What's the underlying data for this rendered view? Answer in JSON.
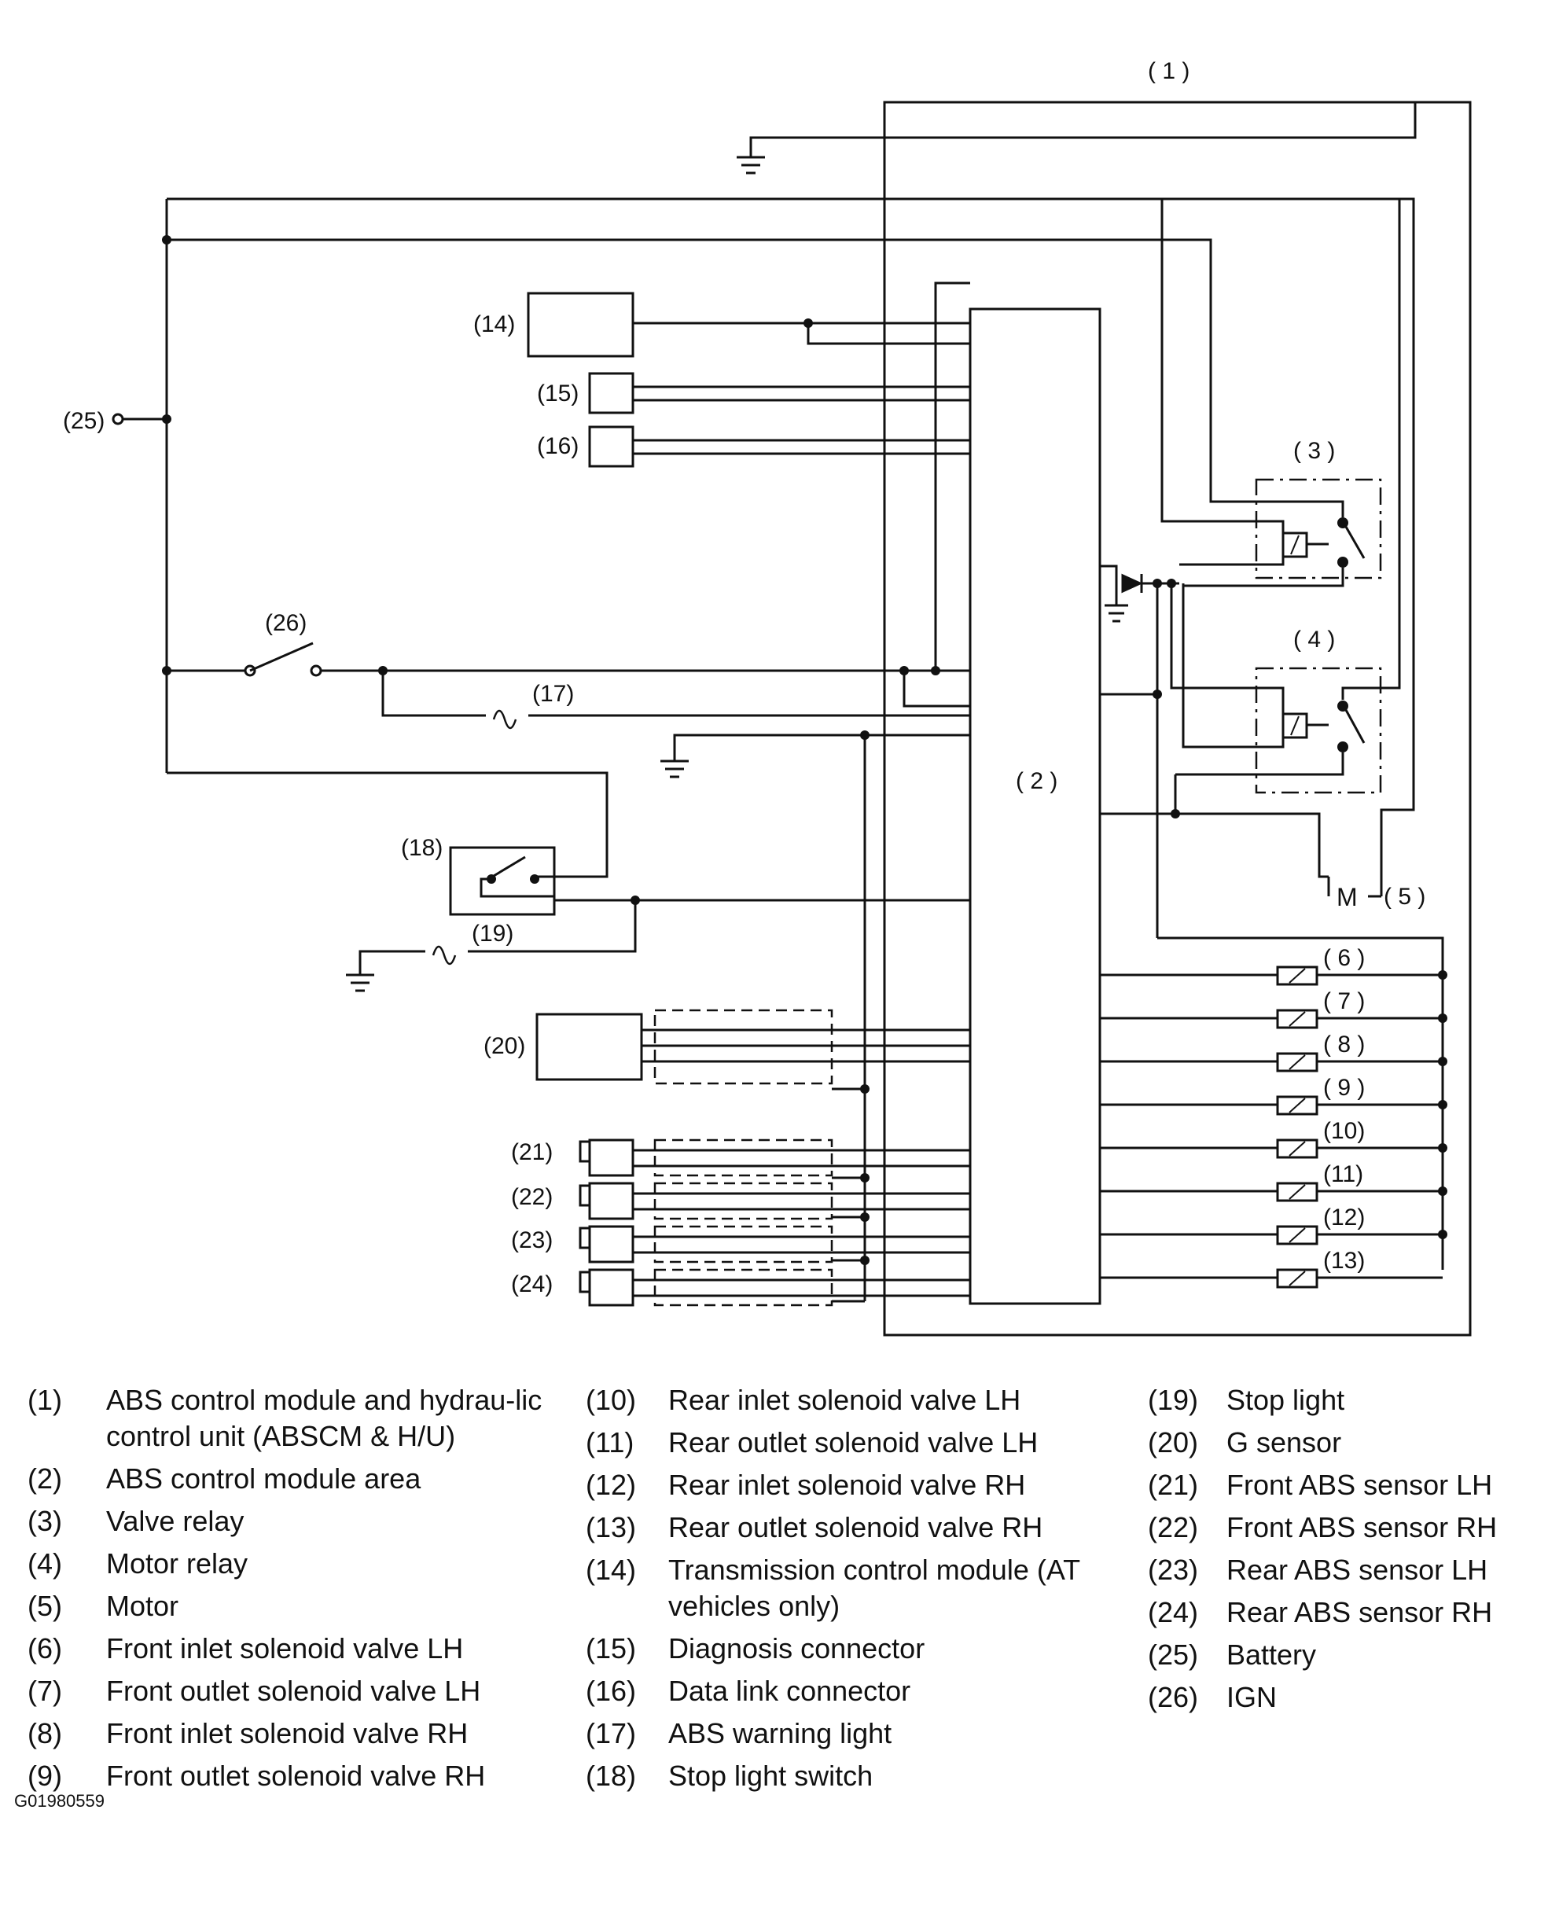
{
  "diagram": {
    "callouts": {
      "n1": "( 1 )",
      "n2": "( 2 )",
      "n3": "( 3 )",
      "n4": "( 4 )",
      "n5": "( 5 )",
      "n6": "( 6 )",
      "n7": "( 7 )",
      "n8": "( 8 )",
      "n9": "( 9 )",
      "n10": "(10)",
      "n11": "(11)",
      "n12": "(12)",
      "n13": "(13)",
      "n14": "(14)",
      "n15": "(15)",
      "n16": "(16)",
      "n17": "(17)",
      "n18": "(18)",
      "n19": "(19)",
      "n20": "(20)",
      "n21": "(21)",
      "n22": "(22)",
      "n23": "(23)",
      "n24": "(24)",
      "n25": "(25)",
      "n26": "(26)"
    },
    "motor_symbol": "M"
  },
  "legend": {
    "col1": [
      {
        "num": "(1)",
        "text": "ABS control module and hydrau-lic control unit (ABSCM & H/U)"
      },
      {
        "num": "(2)",
        "text": "ABS control module area"
      },
      {
        "num": "(3)",
        "text": "Valve relay"
      },
      {
        "num": "(4)",
        "text": "Motor relay"
      },
      {
        "num": "(5)",
        "text": "Motor"
      },
      {
        "num": "(6)",
        "text": "Front inlet solenoid valve LH"
      },
      {
        "num": "(7)",
        "text": "Front outlet solenoid valve LH"
      },
      {
        "num": "(8)",
        "text": "Front inlet solenoid valve RH"
      },
      {
        "num": "(9)",
        "text": "Front outlet solenoid valve RH"
      }
    ],
    "col2": [
      {
        "num": "(10)",
        "text": "Rear inlet solenoid valve LH"
      },
      {
        "num": "(11)",
        "text": "Rear outlet solenoid valve LH"
      },
      {
        "num": "(12)",
        "text": "Rear inlet solenoid valve RH"
      },
      {
        "num": "(13)",
        "text": "Rear outlet solenoid valve RH"
      },
      {
        "num": "(14)",
        "text": "Transmission control module (AT vehicles only)"
      },
      {
        "num": "(15)",
        "text": "Diagnosis connector"
      },
      {
        "num": "(16)",
        "text": "Data link connector"
      },
      {
        "num": "(17)",
        "text": "ABS warning light"
      },
      {
        "num": "(18)",
        "text": "Stop light switch"
      }
    ],
    "col3": [
      {
        "num": "(19)",
        "text": "Stop light"
      },
      {
        "num": "(20)",
        "text": "G sensor"
      },
      {
        "num": "(21)",
        "text": "Front ABS sensor LH"
      },
      {
        "num": "(22)",
        "text": "Front ABS sensor RH"
      },
      {
        "num": "(23)",
        "text": "Rear ABS sensor LH"
      },
      {
        "num": "(24)",
        "text": "Rear ABS sensor RH"
      },
      {
        "num": "(25)",
        "text": "Battery"
      },
      {
        "num": "(26)",
        "text": "IGN"
      }
    ]
  },
  "figure_id": "G01980559"
}
